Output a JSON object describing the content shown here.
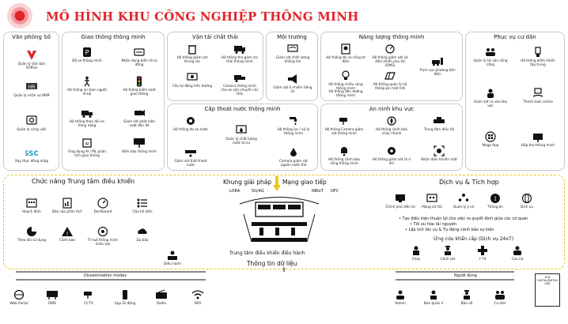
{
  "header": {
    "title": "MÔ HÌNH KHU CÔNG NGHIỆP THÔNG MINH"
  },
  "panels": {
    "van_phong_so": {
      "title": "Văn phòng Số",
      "items": [
        "Quản lý Văn bản VOffice",
        "Quản lý nhân sự HRM",
        "Quản lý công việc",
        "Xây thực đồng nhập"
      ]
    },
    "giao_thong": {
      "title": "Giao thông thông minh",
      "items": [
        "Đỗ xe thông minh",
        "Nhận dạng biển số tự động",
        "Hệ thống an toàn người đi bộ",
        "Hệ thống kiểm soát giao thông",
        "Hệ thống theo dõi xe hàng nặng",
        "Giám sát phát hiện vượt đèn đỏ",
        "Ứng dụng AI / ML phân tích giao thông",
        "Biển báo thông minh"
      ]
    },
    "van_chuyen": {
      "title": "Vận tải chất thải",
      "items": [
        "Hệ thống giám sát thùng rác",
        "Hệ thống thu gom rác thải thông minh",
        "Cấu tự động trên đường",
        "Camera thông minh cho xe vận chuyển rác thải"
      ]
    },
    "moi_truong": {
      "title": "Môi trường",
      "items": [
        "Giám sát chất lượng không khí",
        "Giám sát ô nhiễm tiếng ồn"
      ]
    },
    "nang_luong": {
      "title": "Năng lượng thông minh",
      "items": [
        "Hệ thống đo xa công tơ điện",
        "Hệ thống giám sát và điều khiển phụ tải (DMS)",
        "Hệ thống chiếu sáng thông minh",
        "Hệ thống đèn đường thông minh",
        "Hệ thống quản lý hệ thống pin mặt trời",
        "Trạm sạc phương tiện điện"
      ]
    },
    "phuc_vu": {
      "title": "Phục vụ cư dân",
      "items": [
        "Quản lý tài sản công cộng",
        "Hệ thống kiểm khiển tập trung",
        "Giám sát ra vào khu vực",
        "Thanh toán online",
        "Mega App",
        "Hộp thư thông minh"
      ]
    },
    "cap_thoat_nuoc": {
      "title": "Cấp thoát nước thông minh",
      "items": [
        "Hệ thống đo xa nước",
        "Quản lý chất lượng nước từ xa",
        "Hệ thống lọc / xử lý thông minh",
        "Giám sát thất thoát nước",
        "Camera giám sát nguồn nước thô"
      ]
    },
    "an_ninh": {
      "title": "An ninh khu vực",
      "items": [
        "Hệ thống Camera giám sát thông minh",
        "Hệ thống cảnh báo cháy nhanh",
        "Trung tâm điều hệ",
        "Hệ thống cảnh báo cổng thông minh",
        "Hệ thống giám sát rò rỉ khí",
        "Nhận diện khuôn mặt"
      ]
    }
  },
  "center": {
    "left_title": "Chức năng Trung tâm điều khiển",
    "left_items": [
      "Hoạch định",
      "Báo cáo phân tích",
      "Dashboard",
      "Cấu hệ hiện",
      "Theo dõi sử dụng",
      "Cảnh báo",
      "Trí tuệ thông minh nhân tạo",
      "Dự báo",
      "Điều hành"
    ],
    "khung_giai_phap": "Khung giải pháp",
    "mang_giao_tiep": "Mạng giao tiếp",
    "networks": [
      "LORA",
      "5G/4G",
      "NBIoT",
      "OFC"
    ],
    "control_center": "Trung tâm điều khiển điều hành",
    "info_title": "Thông tin dữ liệu",
    "right_title": "Dịch vụ & Tích hợp",
    "right_items": [
      "Chính phủ điện tử",
      "Mạng xã hội",
      "Quản lý ý cơ",
      "Thông tin",
      "Dịch vụ"
    ],
    "right_bullets": [
      "Tạo điều kiện thuận lợi cho việc ra quyết định giữa các cơ quan",
      "Tối ưu hóa tài nguyên",
      "Lập lịch tác vụ & Tự động cảnh báo sự kiện"
    ],
    "emergency_title": "Ứng cứu khẩn cấp (Dịch vụ 24x7)",
    "emergency_items": [
      "Cháy",
      "Cảnh sát",
      "Y Tế",
      "Cứu hộ"
    ]
  },
  "bottom": {
    "dissemination_title": "Dissemination modes",
    "dissemination_items": [
      "Web Portal",
      "DMS",
      "CCTV",
      "App Di động",
      "Radio",
      "Wifi"
    ],
    "users_title": "Người dùng",
    "user_items": [
      "Admin",
      "Ban quản lí",
      "Bảo vệ",
      "Cư dân"
    ],
    "stamp": "KCN DIGITALIZATION HUB"
  },
  "colors": {
    "title_red": "#e0252b",
    "accent_yellow": "#e6c81e",
    "border_gray": "#c9c9c9"
  }
}
